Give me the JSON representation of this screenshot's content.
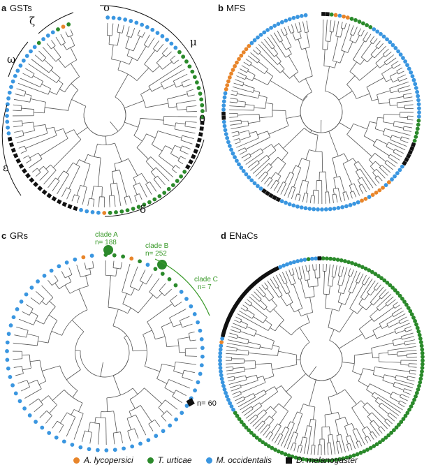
{
  "colors": {
    "orange": "#e8852a",
    "green": "#2b8a2b",
    "blue": "#3a96e0",
    "black": "#111111",
    "branch": "#555555",
    "clade_text": "#3a9a2a"
  },
  "panels": [
    {
      "letter": "a",
      "name": "GSTs",
      "greek": [
        "σ",
        "μ",
        "θ",
        "δ",
        "ε",
        "ω",
        "ζ"
      ],
      "tips": "bbbbbbbbbbbbbbgggggggggggggkkkkkkkkkggggggggggggggggobbbbkkkkkkkkkkkkkkkkkkbbbbbbbbbbbbbbbbbgbbbgog"
    },
    {
      "letter": "b",
      "name": "MFS",
      "greek": [],
      "tips": "kkgobooggggggbbbbbbbbbbbbbbbbbbbbbbbbbbggggggkkkkkkbbbbbobooooboobbbbbbbbbbbbbbbbbbbbkkkkkbbbbbbbbbbbbbbbbbbbbkkbbbbbooooooooooooobbbbbbbbbbbbbbbb"
    },
    {
      "letter": "c",
      "name": "GRs",
      "greek": [],
      "clades": [
        {
          "label": "clade A",
          "n": "n= 188"
        },
        {
          "label": "clade B",
          "n": "n= 252"
        },
        {
          "label": "clade C",
          "n": "n= 7"
        }
      ],
      "black_n": "n= 60",
      "tips": "gggogbggggbbbbbbbbbbbbbbbbbbbbbbbbbbbbbbbbbbbbbbbbbbbbbbbbbbbbbbbbbbob"
    },
    {
      "letter": "d",
      "name": "ENaCs",
      "greek": [],
      "tips": "gggggggggggggggggggggggggggggggggggggggggggggggggggggggggggggggggggggggggggggggggggggggggggggggggggggggggggggggggggbbbbbbbbbbbbbbbbbbbobkkkkkkkkkkkkkkkkkkkkkkkkkbbbbbbbbgbbk"
    }
  ],
  "legend": [
    {
      "label": "A. lycopersici",
      "color": "#e8852a",
      "shape": "circle"
    },
    {
      "label": "T. urticae",
      "color": "#2b8a2b",
      "shape": "circle"
    },
    {
      "label": "M. occidentalis",
      "color": "#3a96e0",
      "shape": "circle"
    },
    {
      "label": "D. melanogaster",
      "color": "#111111",
      "shape": "square"
    }
  ]
}
